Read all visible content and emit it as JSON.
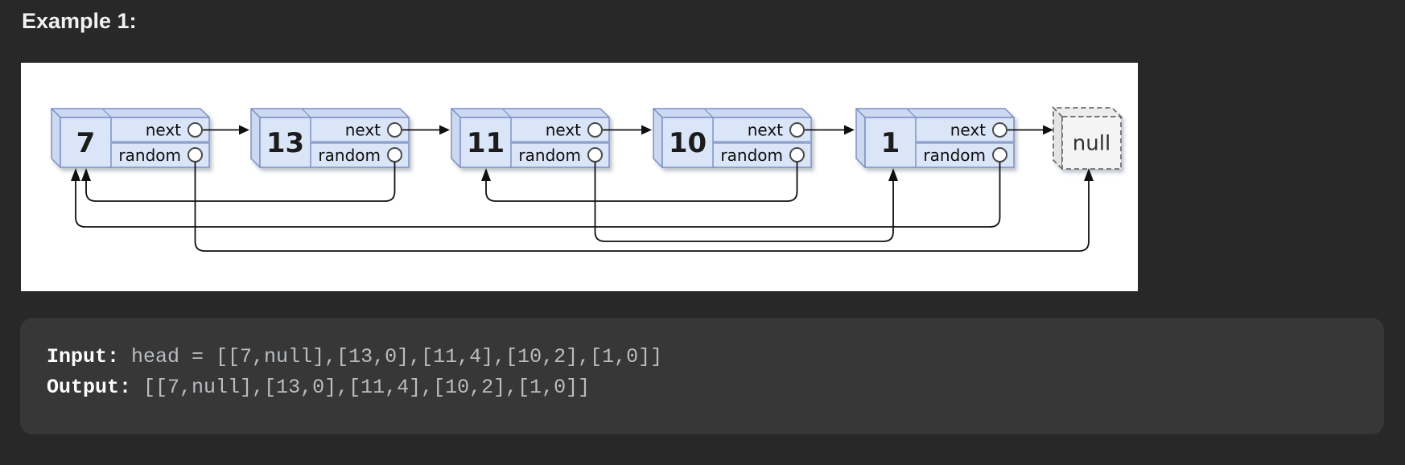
{
  "heading": "Example 1:",
  "page": {
    "background": "#282828"
  },
  "diagram": {
    "panel_background": "#ffffff",
    "node_fill": "#dbe5f8",
    "node_top_fill": "#cdd9f1",
    "node_border": "#7d92c3",
    "node_divider": "#8fa3cf",
    "line_color": "#101010",
    "field_labels": [
      "next",
      "random"
    ],
    "null_label": "null",
    "nodes": [
      {
        "value": "7"
      },
      {
        "value": "13"
      },
      {
        "value": "11"
      },
      {
        "value": "10"
      },
      {
        "value": "1"
      }
    ],
    "next_chain": [
      "7",
      "13",
      "11",
      "10",
      "1",
      "null"
    ],
    "random_links": [
      {
        "from": 0,
        "to": "null"
      },
      {
        "from": 1,
        "to": 0
      },
      {
        "from": 2,
        "to": 4
      },
      {
        "from": 3,
        "to": 2
      },
      {
        "from": 4,
        "to": 0
      }
    ]
  },
  "code_block": {
    "background": "#373737",
    "input_label": "Input:",
    "input_value": "head = [[7,null],[13,0],[11,4],[10,2],[1,0]]",
    "output_label": "Output:",
    "output_value": "[[7,null],[13,0],[11,4],[10,2],[1,0]]"
  }
}
